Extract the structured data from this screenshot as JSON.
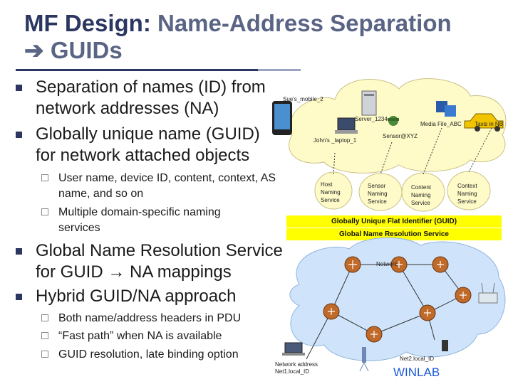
{
  "slide": {
    "title_part1": "MF Design:",
    "title_part2": "Name-Address Separation",
    "title_line2": "GUIDs"
  },
  "bullets": [
    {
      "text": "Separation of names (ID) from network addresses (NA)"
    },
    {
      "text": "Globally unique name (GUID) for network attached objects"
    },
    {
      "text": "Global Name Resolution Service for GUID → NA mappings"
    },
    {
      "text": "Hybrid GUID/NA approach"
    }
  ],
  "subbullets_a": [
    {
      "text": "User name, device ID, content, context, AS name, and so on"
    },
    {
      "text": "Multiple domain-specific naming services"
    }
  ],
  "subbullets_b": [
    {
      "text": "Both name/address headers in PDU"
    },
    {
      "text": "“Fast path” when NA is available"
    },
    {
      "text": "GUID resolution, late binding option"
    }
  ],
  "diagram": {
    "objects": {
      "sues_mobile": "Sue's_mobile_2",
      "server": "Server_1234",
      "media_file": "Media File_ABC",
      "taxis": "Taxis in NB",
      "johns_laptop": "John's _laptop_1",
      "sensor": "Sensor@XYZ"
    },
    "services": {
      "host": "Host Naming Service",
      "sensor": "Sensor Naming Service",
      "content": "Content Naming Service",
      "context": "Context Naming Service"
    },
    "guid_band": "Globally Unique Flat Identifier (GUID)",
    "gnrs_band": "Global Name Resolution Service",
    "network_label": "Network",
    "net_address": "Network address",
    "net1": "Net1.local_ID",
    "net2": "Net2.local_ID"
  },
  "footer": {
    "brand": "WINLAB"
  },
  "colors": {
    "title_dark": "#2b3760",
    "cloud_yellow": "#fffbc8",
    "cloud_blue": "#cfe4fb",
    "band_yellow": "#ffff00",
    "router": "#c06a2a",
    "winlab": "#1a5ad6"
  }
}
